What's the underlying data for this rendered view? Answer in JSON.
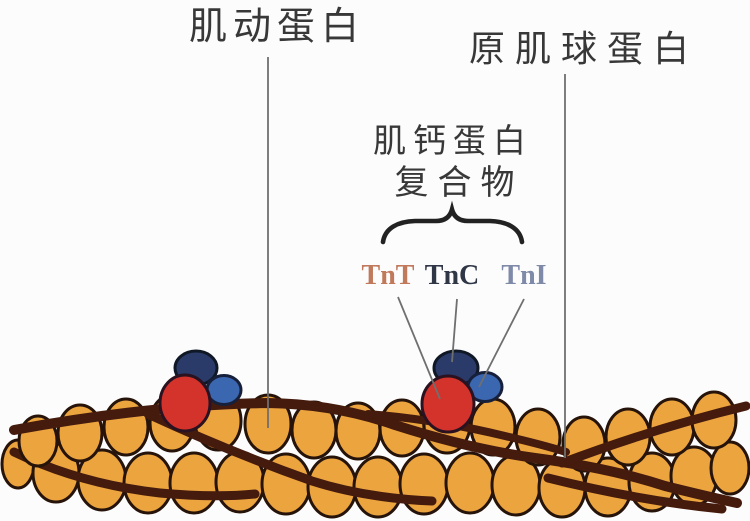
{
  "background": "#fcfcfc",
  "labels": {
    "actin": "肌动蛋白",
    "tropomyosin": "原肌球蛋白",
    "troponin_complex_line1": "肌钙蛋白",
    "troponin_complex_line2": "复合物",
    "subunits": [
      {
        "name": "TnT",
        "color": "#c0795b"
      },
      {
        "name": "TnC",
        "color": "#2f3645"
      },
      {
        "name": "TnI",
        "color": "#7f8aa8"
      }
    ]
  },
  "colors": {
    "actin_sphere": "#eca43f",
    "actin_outline": "#26130a",
    "tropomyosin_strand": "#451b0d",
    "troponin_tnt_red": "#d4332b",
    "troponin_tnc_navy": "#2a3a69",
    "troponin_tni_blue": "#3b66b0",
    "leader_line": "#6f6f6f",
    "brace_ink": "#222222",
    "label_text": "#383838"
  }
}
